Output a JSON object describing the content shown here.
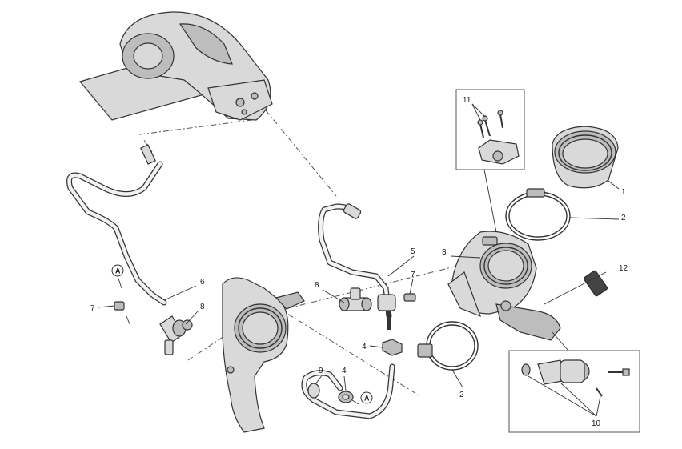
{
  "labels": {
    "p1": "1",
    "p2a": "2",
    "p2b": "2",
    "p3": "3",
    "p4a": "4",
    "p4b": "4",
    "p5": "5",
    "p6": "6",
    "p7a": "7",
    "p7b": "7",
    "p8a": "8",
    "p8b": "8",
    "p9": "9",
    "p10": "10",
    "p11": "11",
    "p12": "12",
    "refA1": "A",
    "refA2": "A"
  }
}
